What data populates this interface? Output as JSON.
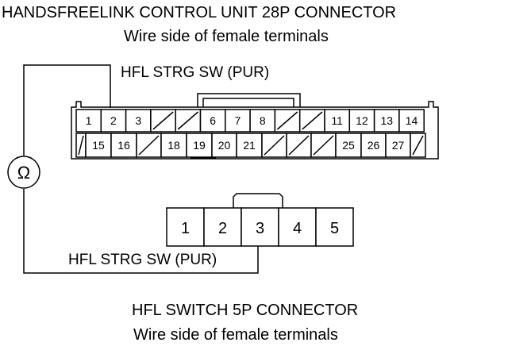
{
  "connector28": {
    "title": "HANDSFREELINK CONTROL UNIT 28P CONNECTOR",
    "subtitle": "Wire side of female terminals",
    "row1": [
      "1",
      "2",
      "3",
      "",
      "",
      "6",
      "7",
      "8",
      "",
      "",
      "11",
      "12",
      "13",
      "14"
    ],
    "row2": [
      "",
      "15",
      "16",
      "",
      "18",
      "19",
      "20",
      "21",
      "",
      "",
      "",
      "25",
      "26",
      "27",
      ""
    ]
  },
  "wire_label_top": "HFL STRG SW (PUR)",
  "wire_label_bottom": "HFL STRG SW (PUR)",
  "meter_symbol": "Ω",
  "connector5": {
    "title": "HFL SWITCH 5P CONNECTOR",
    "subtitle": "Wire side of female terminals",
    "pins": [
      "1",
      "2",
      "3",
      "4",
      "5"
    ]
  }
}
